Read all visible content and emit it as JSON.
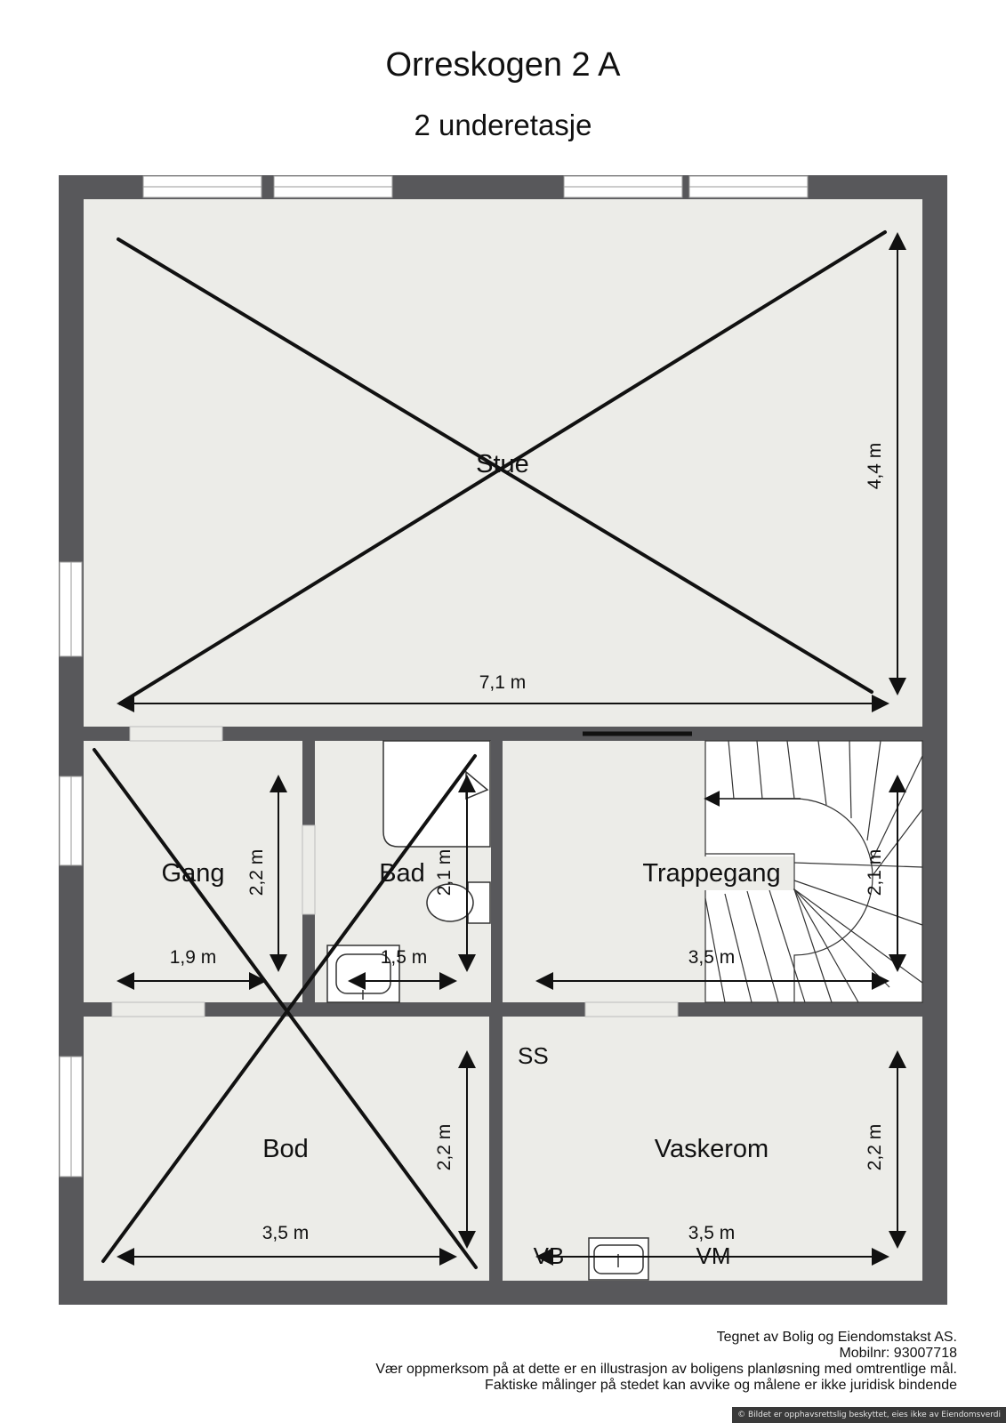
{
  "header": {
    "title": "Orreskogen 2 A",
    "subtitle": "2 underetasje"
  },
  "colors": {
    "wall": "#58585b",
    "floor": "#ecece8",
    "cross": "#111111",
    "window": "#ffffff"
  },
  "rooms": {
    "stue": {
      "label": "Stue",
      "width": "7,1 m",
      "height": "4,4 m"
    },
    "gang": {
      "label": "Gang",
      "width": "1,9 m",
      "height": "2,2 m"
    },
    "bad": {
      "label": "Bad",
      "width": "1,5 m",
      "height": "2,1 m"
    },
    "trappegang": {
      "label": "Trappegang",
      "width": "3,5 m",
      "height": "2,1 m"
    },
    "bod": {
      "label": "Bod",
      "width": "3,5 m",
      "height": "2,2 m"
    },
    "vaskerom": {
      "label": "Vaskerom",
      "width": "3,5 m",
      "height": "2,2 m"
    }
  },
  "fixtures": {
    "ss": "SS",
    "vb": "VB",
    "vm": "VM"
  },
  "footer": {
    "line1": "Tegnet av Bolig og Eiendomstakst AS.",
    "line2": "Mobilnr: 93007718",
    "line3": "Vær oppmerksom på at dette er en illustrasjon av boligens planløsning med omtrentlige mål.",
    "line4": "Faktiske målinger på stedet kan avvike og målene er ikke juridisk bindende"
  },
  "copyright": "© Bildet er opphavsrettslig beskyttet, eies ikke av Eiendomsverdi"
}
